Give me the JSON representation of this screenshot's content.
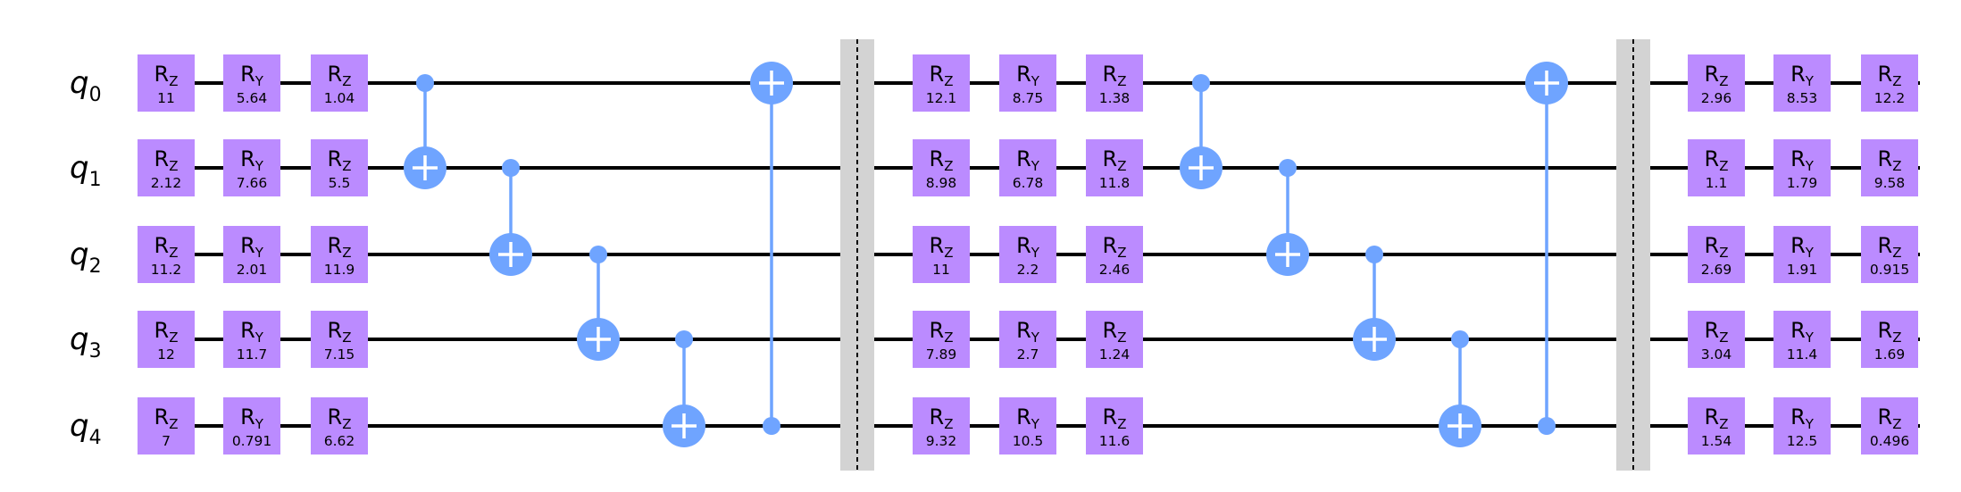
{
  "qubits": [
    {
      "name": "q",
      "index": "0"
    },
    {
      "name": "q",
      "index": "1"
    },
    {
      "name": "q",
      "index": "2"
    },
    {
      "name": "q",
      "index": "3"
    },
    {
      "name": "q",
      "index": "4"
    }
  ],
  "colors": {
    "gate_fill": "#BB8BFF",
    "cx": "#6FA4FF",
    "barrier": "#D3D3D3",
    "wire": "#000000"
  },
  "gate_label": {
    "letter": "R",
    "z": "Z",
    "y": "Y"
  },
  "layers": [
    {
      "type": "rotations",
      "gates": [
        [
          "Z",
          "Y",
          "Z"
        ]
      ]
    },
    {
      "type": "cx_chain"
    },
    {
      "type": "barrier"
    }
  ],
  "blocks": [
    {
      "rotations": [
        {
          "qubit": 0,
          "gates": [
            {
              "axis": "Z",
              "param": "11"
            },
            {
              "axis": "Y",
              "param": "5.64"
            },
            {
              "axis": "Z",
              "param": "1.04"
            }
          ]
        },
        {
          "qubit": 1,
          "gates": [
            {
              "axis": "Z",
              "param": "2.12"
            },
            {
              "axis": "Y",
              "param": "7.66"
            },
            {
              "axis": "Z",
              "param": "5.5"
            }
          ]
        },
        {
          "qubit": 2,
          "gates": [
            {
              "axis": "Z",
              "param": "11.2"
            },
            {
              "axis": "Y",
              "param": "2.01"
            },
            {
              "axis": "Z",
              "param": "11.9"
            }
          ]
        },
        {
          "qubit": 3,
          "gates": [
            {
              "axis": "Z",
              "param": "12"
            },
            {
              "axis": "Y",
              "param": "11.7"
            },
            {
              "axis": "Z",
              "param": "7.15"
            }
          ]
        },
        {
          "qubit": 4,
          "gates": [
            {
              "axis": "Z",
              "param": "7"
            },
            {
              "axis": "Y",
              "param": "0.791"
            },
            {
              "axis": "Z",
              "param": "6.62"
            }
          ]
        }
      ],
      "cx": [
        {
          "control": 0,
          "target": 1
        },
        {
          "control": 1,
          "target": 2
        },
        {
          "control": 2,
          "target": 3
        },
        {
          "control": 3,
          "target": 4
        },
        {
          "control": 4,
          "target": 0
        }
      ]
    },
    {
      "rotations": [
        {
          "qubit": 0,
          "gates": [
            {
              "axis": "Z",
              "param": "12.1"
            },
            {
              "axis": "Y",
              "param": "8.75"
            },
            {
              "axis": "Z",
              "param": "1.38"
            }
          ]
        },
        {
          "qubit": 1,
          "gates": [
            {
              "axis": "Z",
              "param": "8.98"
            },
            {
              "axis": "Y",
              "param": "6.78"
            },
            {
              "axis": "Z",
              "param": "11.8"
            }
          ]
        },
        {
          "qubit": 2,
          "gates": [
            {
              "axis": "Z",
              "param": "11"
            },
            {
              "axis": "Y",
              "param": "2.2"
            },
            {
              "axis": "Z",
              "param": "2.46"
            }
          ]
        },
        {
          "qubit": 3,
          "gates": [
            {
              "axis": "Z",
              "param": "7.89"
            },
            {
              "axis": "Y",
              "param": "2.7"
            },
            {
              "axis": "Z",
              "param": "1.24"
            }
          ]
        },
        {
          "qubit": 4,
          "gates": [
            {
              "axis": "Z",
              "param": "9.32"
            },
            {
              "axis": "Y",
              "param": "10.5"
            },
            {
              "axis": "Z",
              "param": "11.6"
            }
          ]
        }
      ],
      "cx": [
        {
          "control": 0,
          "target": 1
        },
        {
          "control": 1,
          "target": 2
        },
        {
          "control": 2,
          "target": 3
        },
        {
          "control": 3,
          "target": 4
        },
        {
          "control": 4,
          "target": 0
        }
      ]
    },
    {
      "rotations": [
        {
          "qubit": 0,
          "gates": [
            {
              "axis": "Z",
              "param": "2.96"
            },
            {
              "axis": "Y",
              "param": "8.53"
            },
            {
              "axis": "Z",
              "param": "12.2"
            }
          ]
        },
        {
          "qubit": 1,
          "gates": [
            {
              "axis": "Z",
              "param": "1.1"
            },
            {
              "axis": "Y",
              "param": "1.79"
            },
            {
              "axis": "Z",
              "param": "9.58"
            }
          ]
        },
        {
          "qubit": 2,
          "gates": [
            {
              "axis": "Z",
              "param": "2.69"
            },
            {
              "axis": "Y",
              "param": "1.91"
            },
            {
              "axis": "Z",
              "param": "0.915"
            }
          ]
        },
        {
          "qubit": 3,
          "gates": [
            {
              "axis": "Z",
              "param": "3.04"
            },
            {
              "axis": "Y",
              "param": "11.4"
            },
            {
              "axis": "Z",
              "param": "1.69"
            }
          ]
        },
        {
          "qubit": 4,
          "gates": [
            {
              "axis": "Z",
              "param": "1.54"
            },
            {
              "axis": "Y",
              "param": "12.5"
            },
            {
              "axis": "Z",
              "param": "0.496"
            }
          ]
        }
      ],
      "cx": []
    }
  ],
  "barriers": 2
}
